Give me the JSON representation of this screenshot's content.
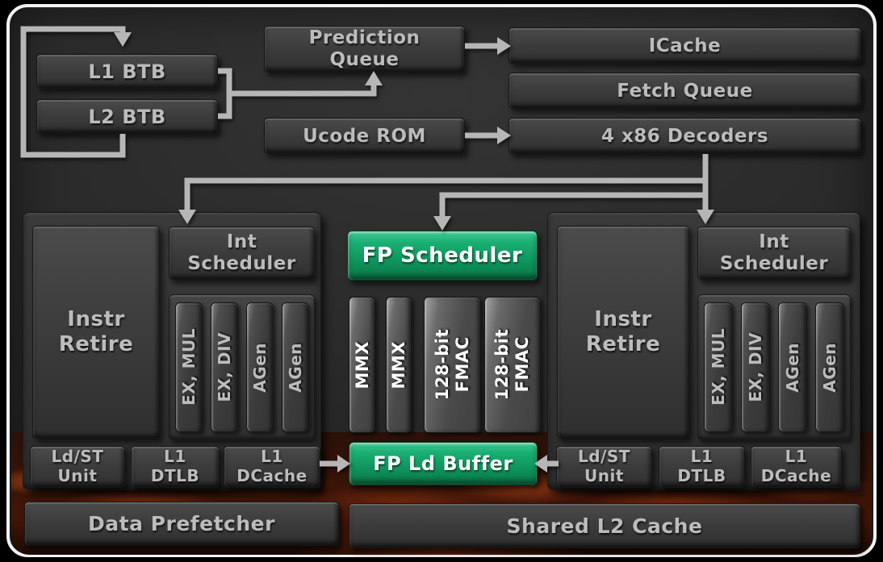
{
  "blocks": {
    "l1_btb": "L1 BTB",
    "l2_btb": "L2 BTB",
    "prediction_queue": "Prediction\nQueue",
    "ucode_rom": "Ucode ROM",
    "icache": "ICache",
    "fetch_queue": "Fetch Queue",
    "decoders": "4 x86 Decoders",
    "instr_retire": "Instr\nRetire",
    "int_scheduler": "Int\nScheduler",
    "exec_units": [
      "EX, MUL",
      "EX, DIV",
      "AGen",
      "AGen"
    ],
    "ldst_unit": "Ld/ST\nUnit",
    "l1_dtlb": "L1\nDTLB",
    "l1_dcache": "L1\nDCache",
    "fp_scheduler": "FP Scheduler",
    "fp_pipes": [
      "MMX",
      "MMX",
      "128-bit\nFMAC",
      "128-bit\nFMAC"
    ],
    "fp_ld_buffer": "FP Ld Buffer",
    "data_prefetcher": "Data Prefetcher",
    "shared_l2_cache": "Shared L2 Cache"
  },
  "colors": {
    "green-top": "#3fcb96",
    "green-mid": "#12a066",
    "green-deep": "#0b7a4a",
    "arrow": "#b6b6b6",
    "panel": "#2b2b2b",
    "box-face": "#3e3e3e",
    "text-gray": "#bcbcbc",
    "lava-dark": "#431507"
  }
}
